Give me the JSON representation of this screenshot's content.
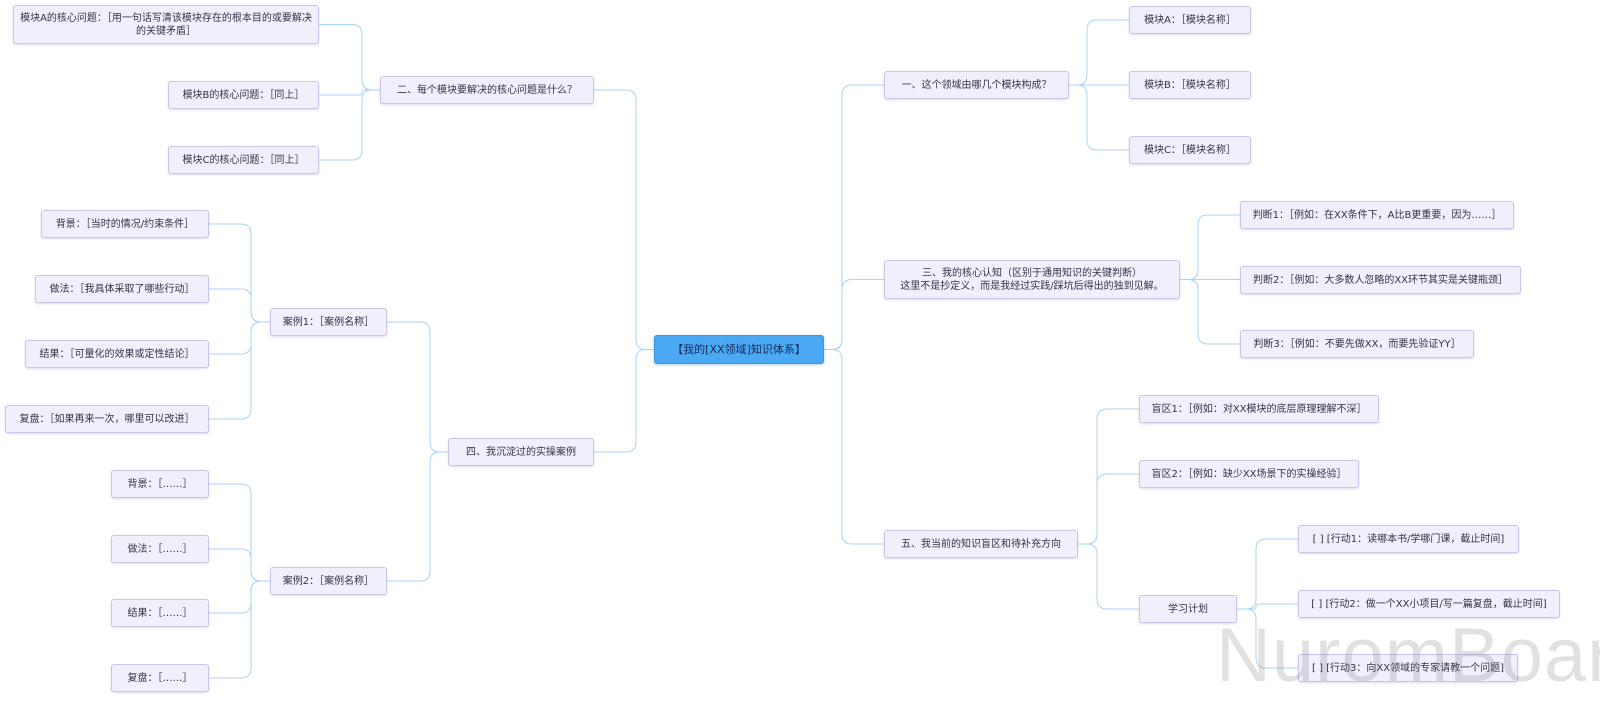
{
  "root": {
    "label": "【我的[XX领域]知识体系】"
  },
  "branches": {
    "b1": {
      "label": "一、这个领域由哪几个模块构成？",
      "items": [
        "模块A：［模块名称］",
        "模块B：［模块名称］",
        "模块C：［模块名称］"
      ]
    },
    "b2": {
      "label": "二、每个模块要解决的核心问题是什么？",
      "items": [
        "模块A的核心问题：［用一句话写清该模块存在的根本目的或要解决\n的关键矛盾］",
        "模块B的核心问题：［同上］",
        "模块C的核心问题：［同上］"
      ]
    },
    "b3": {
      "label": "三、我的核心认知（区别于通用知识的关键判断）\n这里不是抄定义，而是我经过实践/踩坑后得出的独到见解。",
      "items": [
        "判断1：［例如：在XX条件下，A比B更重要，因为……］",
        "判断2：［例如：大多数人忽略的XX环节其实是关键瓶颈］",
        "判断3：［例如：不要先做XX，而要先验证YY］"
      ]
    },
    "b4": {
      "label": "四、我沉淀过的实操案例",
      "case1": {
        "label": "案例1：［案例名称］",
        "items": [
          "背景：［当时的情况/约束条件］",
          "做法：［我具体采取了哪些行动］",
          "结果：［可量化的效果或定性结论］",
          "复盘：［如果再来一次，哪里可以改进］"
        ]
      },
      "case2": {
        "label": "案例2：［案例名称］",
        "items": [
          "背景：［……］",
          "做法：［……］",
          "结果：［……］",
          "复盘：［……］"
        ]
      }
    },
    "b5": {
      "label": "五、我当前的知识盲区和待补充方向",
      "items": [
        "盲区1：［例如：对XX模块的底层原理理解不深］",
        "盲区2：［例如：缺少XX场景下的实操经验］"
      ],
      "plan": {
        "label": "学习计划",
        "items": [
          "[ ] [行动1：读哪本书/学哪门课，截止时间]",
          "[ ] [行动2：做一个XX小项目/写一篇复盘，截止时间]",
          "[ ] [行动3：向XX领域的专家请教一个问题]"
        ]
      }
    }
  },
  "watermark": "NuromBoard",
  "colors": {
    "root_fill": "#4aa9f2",
    "node_fill": "#f1effb",
    "node_border": "#cdc4ec",
    "connector": "#a9d4f5"
  }
}
